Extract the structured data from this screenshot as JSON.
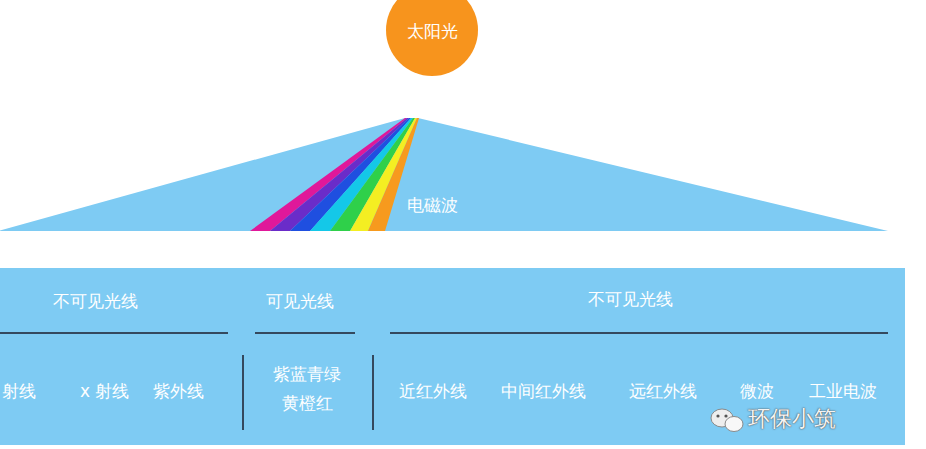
{
  "diagram": {
    "nodes": [
      {
        "text": [
          "太阳光"
        ]
      },
      {
        "text": [
          "电磁波"
        ]
      },
      {
        "text": [
          "不可见光线",
          "可见光线",
          "不可见光线",
          "射线",
          "x 射线",
          "紫外线",
          "紫蓝青绿 黄橙红",
          "近红外线",
          "中间红外线",
          "远红外线",
          "微波",
          "工业电波"
        ]
      }
    ],
    "labels": [
      "环保小筑"
    ]
  }
}
